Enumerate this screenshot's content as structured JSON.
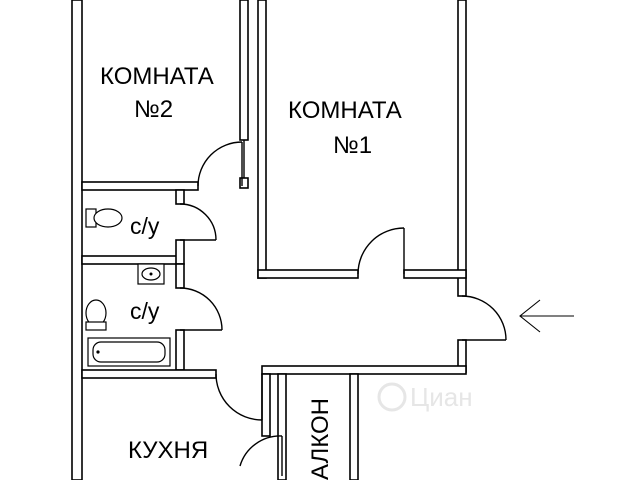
{
  "rooms": {
    "room2": {
      "line1": "КОМНАТА",
      "line2": "№2"
    },
    "room1": {
      "line1": "КОМНАТА",
      "line2": "№1"
    },
    "bathroom_upper": {
      "label": "с/у"
    },
    "bathroom_lower": {
      "label": "с/у"
    },
    "kitchen": {
      "label": "КУХНЯ"
    },
    "balcony": {
      "label": "АЛКОН"
    }
  },
  "watermark": "Циан",
  "icons": {
    "entrance": "entrance-arrow-icon",
    "toilet": "toilet-icon",
    "sink": "sink-icon",
    "bathtub": "bathtub-icon"
  },
  "colors": {
    "walls": "#000000",
    "background": "#ffffff",
    "watermark": "#e6e6e6"
  }
}
